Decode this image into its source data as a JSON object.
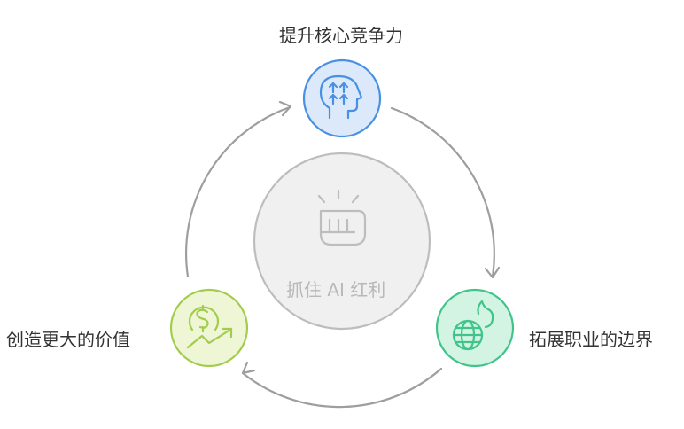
{
  "center": {
    "label": "抓住 AI 红利",
    "icon": "fist-impact-icon"
  },
  "nodes": [
    {
      "id": "top",
      "label": "提升核心竞争力",
      "icon": "head-arrows-up-icon",
      "stroke": "#4a90e2",
      "fill": "#dbe9fb"
    },
    {
      "id": "right",
      "label": "拓展职业的边界",
      "icon": "globe-flame-icon",
      "stroke": "#3fc48a",
      "fill": "#d3f3e3"
    },
    {
      "id": "left",
      "label": "创造更大的价值",
      "icon": "dollar-growth-icon",
      "stroke": "#a3cc4d",
      "fill": "#eef6d6"
    }
  ],
  "colors": {
    "center_stroke": "#bdbdbd",
    "center_fill": "#f0f0f0",
    "arrow": "#9e9e9e"
  }
}
